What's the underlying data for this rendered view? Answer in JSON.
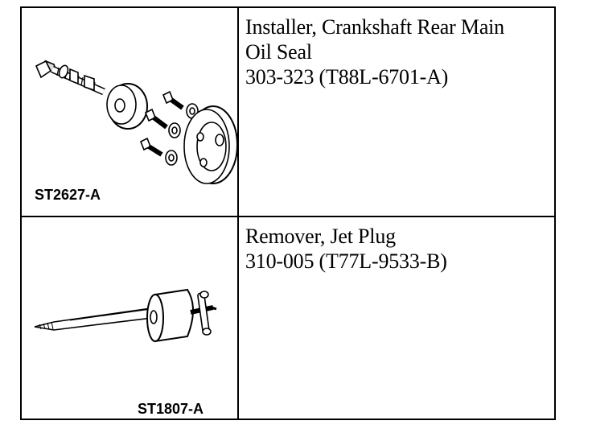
{
  "tools": [
    {
      "illustration_code": "ST2627-A",
      "description": [
        "Installer, Crankshaft Rear Main",
        "Oil Seal",
        "303-323 (T88L-6701-A)"
      ]
    },
    {
      "illustration_code": "ST1807-A",
      "description": [
        "Remover, Jet Plug",
        "310-005 (T77L-9533-B)"
      ]
    }
  ]
}
